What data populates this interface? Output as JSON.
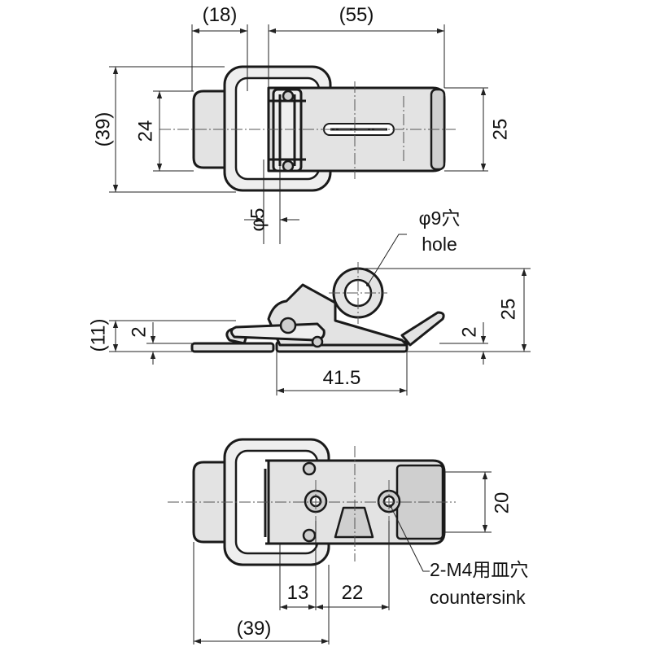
{
  "top_view": {
    "dim_width_left": "(18)",
    "dim_width_main": "(55)",
    "dim_overall_height": "(39)",
    "dim_inner_height": "24",
    "dim_plate_height": "25",
    "dim_wire_dia": "φ5"
  },
  "side_view": {
    "hole_note_ja": "φ9穴",
    "hole_note_en": "hole",
    "dim_total_height": "(11)",
    "dim_left_thickness": "2",
    "dim_right_thickness": "2",
    "dim_height": "25",
    "dim_base_length": "41.5"
  },
  "bottom_view": {
    "dim_plate_height": "20",
    "dim_hole_offset": "13",
    "dim_hole_pitch": "22",
    "dim_overall_length": "(39)",
    "countersink_note_ja": "2-M4用皿穴",
    "countersink_note_en": "countersink"
  }
}
